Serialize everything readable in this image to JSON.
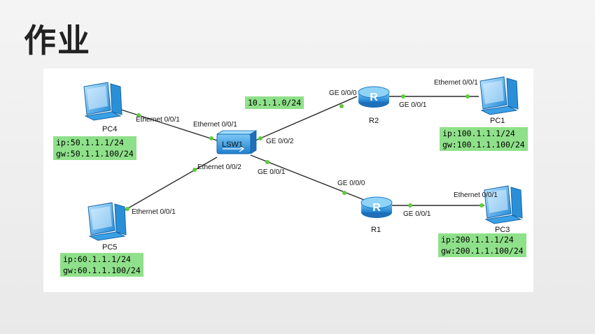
{
  "title": "作业",
  "network": {
    "subnet_label": "10.1.1.0/24",
    "devices": {
      "pc4": {
        "name": "PC4",
        "ip": "ip:50.1.1.1/24",
        "gw": "gw:50.1.1.100/24"
      },
      "pc5": {
        "name": "PC5",
        "ip": "ip:60.1.1.1/24",
        "gw": "gw:60.1.1.100/24"
      },
      "pc1": {
        "name": "PC1",
        "ip": "ip:100.1.1.1/24",
        "gw": "gw:100.1.1.100/24"
      },
      "pc3": {
        "name": "PC3",
        "ip": "ip:200.1.1.1/24",
        "gw": "gw:200.1.1.100/24"
      },
      "lsw1": {
        "name": "LSW1"
      },
      "r1": {
        "name": "R1"
      },
      "r2": {
        "name": "R2"
      }
    },
    "ports": {
      "pc4_eth": "Ethernet 0/0/1",
      "lsw1_to_pc4": "Ethernet 0/0/1",
      "lsw1_to_pc5": "Ethernet 0/0/2",
      "pc5_eth": "Ethernet 0/0/1",
      "lsw1_to_r2": "GE 0/0/2",
      "lsw1_to_r1": "GE 0/0/1",
      "r2_to_lsw1": "GE 0/0/0",
      "r2_to_pc1": "GE 0/0/1",
      "pc1_eth": "Ethernet 0/0/1",
      "r1_to_lsw1": "GE 0/0/0",
      "r1_to_pc3": "GE 0/0/1",
      "pc3_eth": "Ethernet 0/0/1"
    },
    "colors": {
      "link": "#2b2b2b",
      "port_dot": "#5ecb3c",
      "ip_box": "#8fe08a",
      "pc_icon": "#2e9be0",
      "router": "#3aa3e3",
      "switch": "#3aa3e3"
    }
  }
}
